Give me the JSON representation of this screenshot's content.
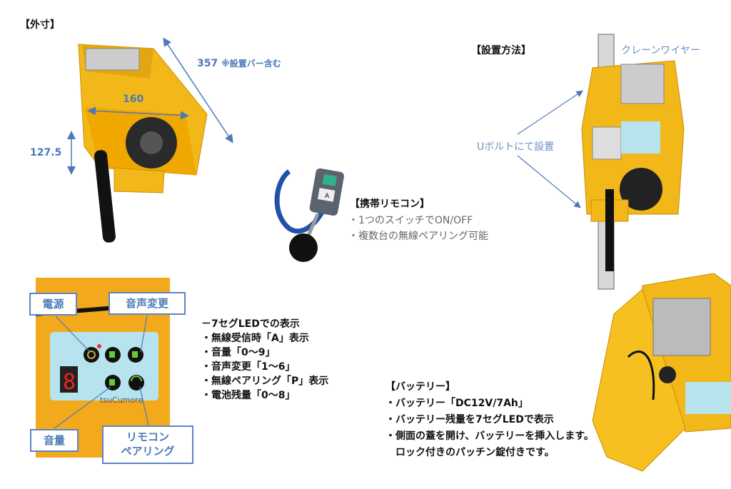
{
  "dimensions": {
    "heading": "【外寸】",
    "length": "357",
    "length_note": "※設置バー含む",
    "width": "160",
    "height": "127.5"
  },
  "remote": {
    "heading": "【携帯リモコン】",
    "bullets": [
      "・1つのスイッチでON/OFF",
      "・複数台の無線ペアリング可能"
    ],
    "button_label": "A"
  },
  "installation": {
    "heading": "【設置方法】",
    "wire_label": "クレーンワイヤー",
    "bolt_label": "Uボルトにて設置"
  },
  "panel": {
    "labels": {
      "power": "電源",
      "voice": "音声変更",
      "volume": "音量",
      "pairing_line1": "リモコン",
      "pairing_line2": "ペアリング"
    },
    "brand": "tsuCumore",
    "segment_digit": "8"
  },
  "led_display": {
    "heading": "－7セグLEDでの表示",
    "bullets": [
      "・無線受信時「A」表示",
      "・音量「0～9」",
      "・音声変更「1～6」",
      "・無線ペアリング「P」表示",
      "・電池残量「0～8」"
    ]
  },
  "battery": {
    "heading": "【バッテリー】",
    "bullets": [
      "・バッテリー「DC12V/7Ah」",
      "・バッテリー残量を7セグLEDで表示",
      "・側面の蓋を開け、バッテリーを挿入します。",
      "　ロック付きのパッチン錠付きです。"
    ]
  },
  "colors": {
    "accent": "#4a7ab8",
    "device_yellow": "#f2b81a",
    "panel_blue": "#b6e3ee"
  }
}
